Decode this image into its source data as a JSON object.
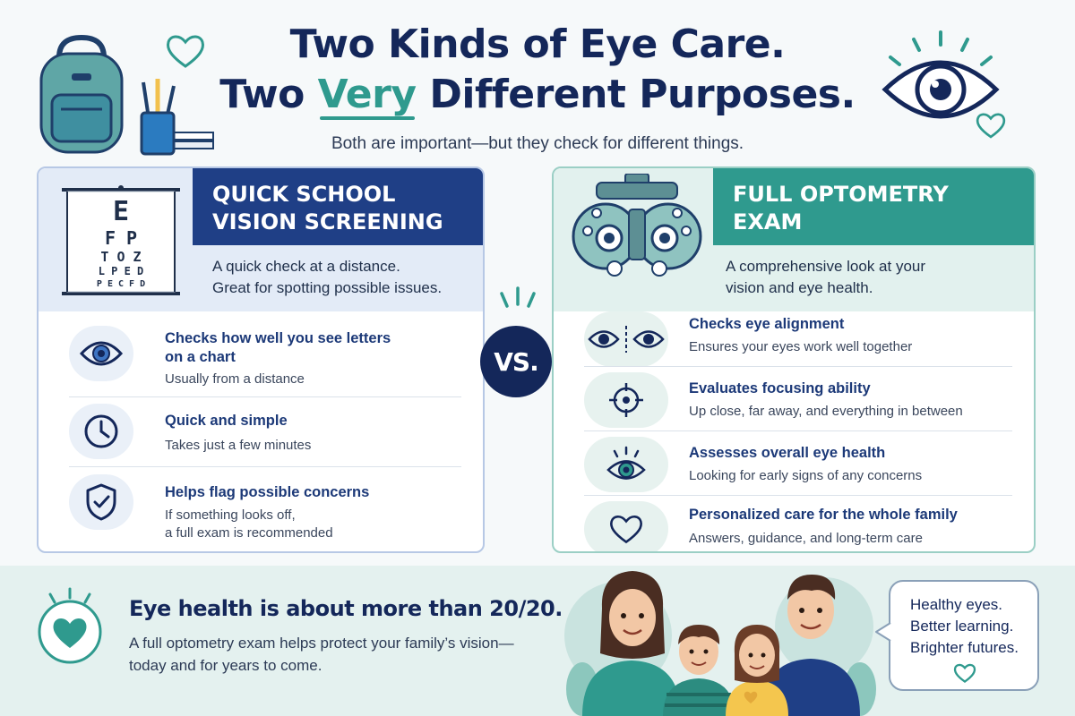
{
  "title": {
    "line1": "Two Kinds of Eye Care.",
    "line2_pre": "Two ",
    "line2_accent": "Very",
    "line2_post": " Different Purposes."
  },
  "subtitle": "Both are important—but they check for different things.",
  "left_card": {
    "heading_line1": "QUICK SCHOOL",
    "heading_line2": "VISION SCREENING",
    "desc_line1": "A quick check at a distance.",
    "desc_line2": "Great for spotting possible issues.",
    "eye_chart_rows": [
      "E",
      "F P",
      "T O Z",
      "L P E D",
      "P E C F D"
    ],
    "items": [
      {
        "title_line1": "Checks how well you see letters",
        "title_line2": "on a chart",
        "sub_line1": "Usually from a distance",
        "sub_line2": "",
        "icon": "eye-icon"
      },
      {
        "title_line1": "Quick and simple",
        "title_line2": "",
        "sub_line1": "Takes just a few minutes",
        "sub_line2": "",
        "icon": "clock-icon"
      },
      {
        "title_line1": "Helps flag possible concerns",
        "title_line2": "",
        "sub_line1": "If something looks off,",
        "sub_line2": "a full exam is recommended",
        "icon": "shield-check-icon"
      }
    ]
  },
  "vs_label": "VS.",
  "right_card": {
    "heading_line1": "FULL OPTOMETRY",
    "heading_line2": "EXAM",
    "desc_line1": "A comprehensive look at your",
    "desc_line2": "vision and eye health.",
    "items": [
      {
        "title": "Checks eye alignment",
        "sub": "Ensures your eyes work well together",
        "icon": "eyes-alignment-icon"
      },
      {
        "title": "Evaluates focusing ability",
        "sub": "Up close, far away, and everything in between",
        "icon": "target-icon"
      },
      {
        "title": "Assesses overall eye health",
        "sub": "Looking for early signs of any concerns",
        "icon": "eye-health-icon"
      },
      {
        "title": "Personalized care for the whole family",
        "sub": "Answers, guidance, and long-term care",
        "icon": "heart-icon"
      }
    ]
  },
  "bottom": {
    "title": "Eye health is about more than 20/20.",
    "text_line1": "A full optometry exam helps protect your family’s vision—",
    "text_line2": "today and for years to come."
  },
  "bubble": {
    "line1": "Healthy eyes.",
    "line2": "Better learning.",
    "line3": "Brighter futures."
  },
  "colors": {
    "navy": "#14275a",
    "blue": "#1f3f86",
    "teal": "#2f9a8e",
    "light_blue": "#e3ebf7",
    "light_teal": "#e2f1ee"
  }
}
